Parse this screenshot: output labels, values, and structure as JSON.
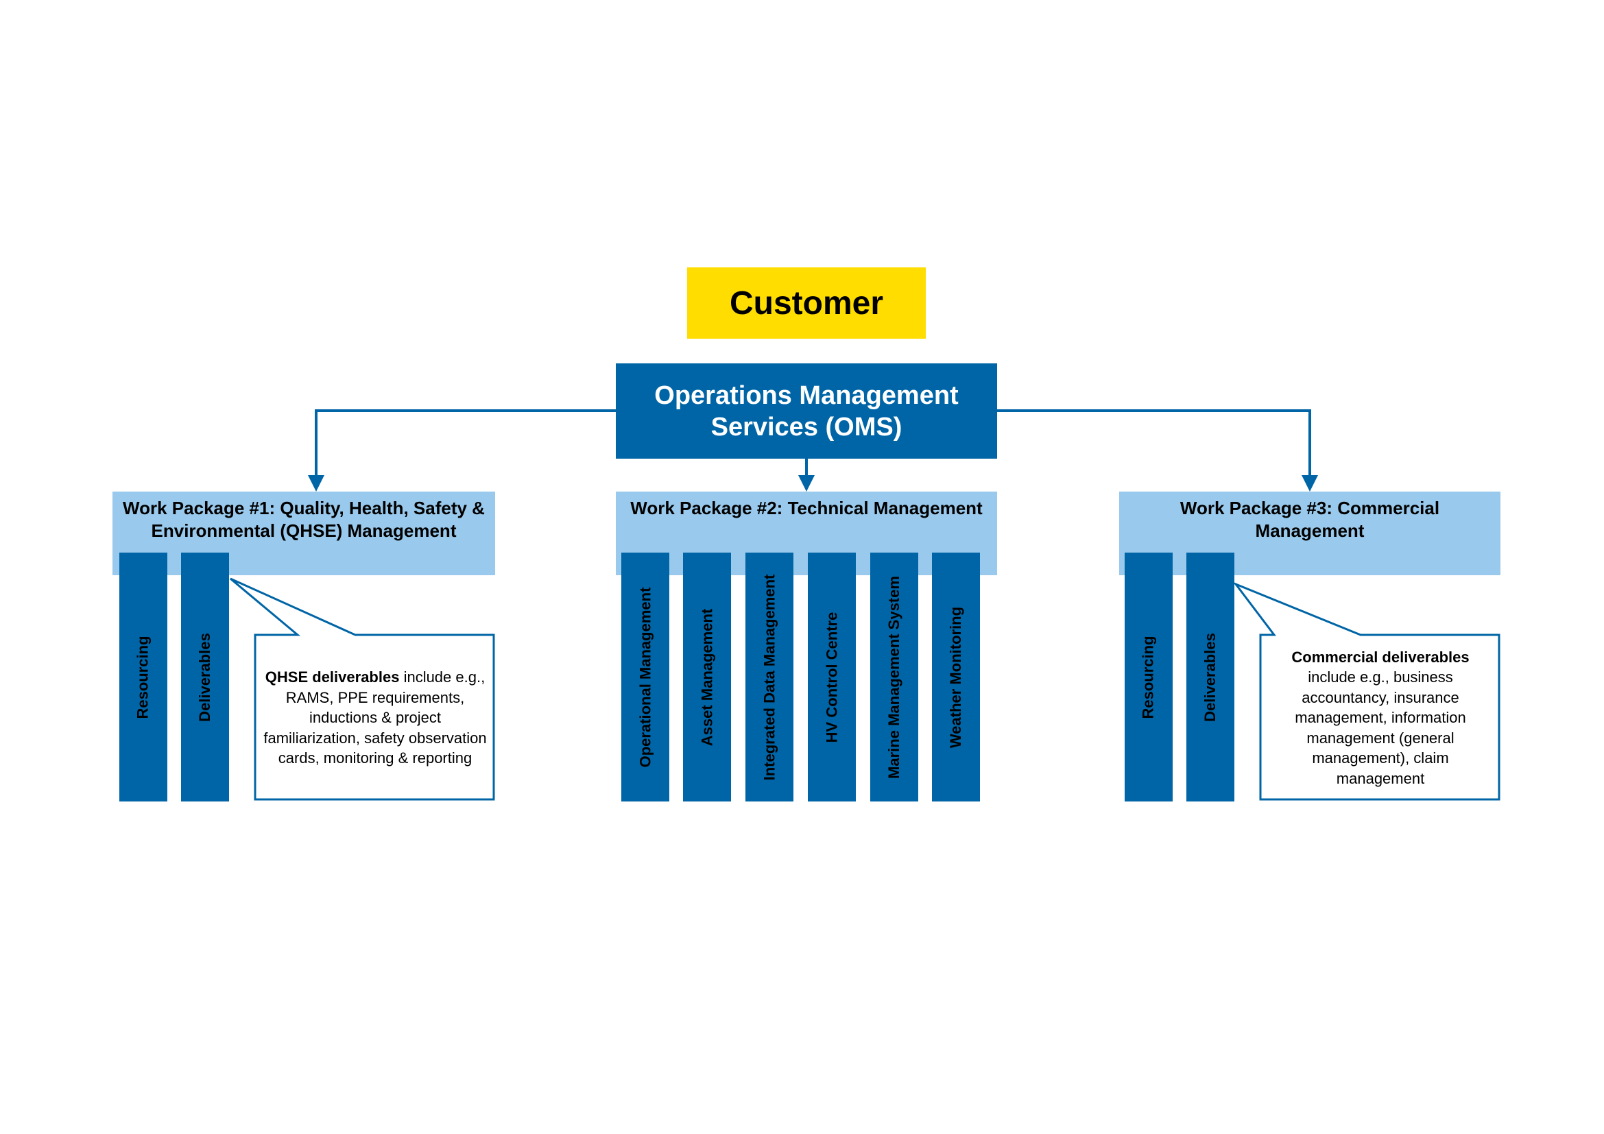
{
  "customer": {
    "label": "Customer",
    "color": "#FFDD00"
  },
  "oms": {
    "line1": "Operations Management",
    "line2": "Services (OMS)",
    "color": "#0065A6"
  },
  "colors": {
    "primary_blue": "#0065A6",
    "light_blue": "#99C9EC",
    "yellow": "#FFDD00"
  },
  "work_packages": [
    {
      "title": "Work Package #1: Quality, Health, Safety & Environmental (QHSE) Management",
      "pillars": [
        "Resourcing",
        "Deliverables"
      ],
      "callout": {
        "bold": "QHSE deliverables",
        "rest": " include e.g., RAMS, PPE requirements, inductions & project familiarization, safety observation cards, monitoring & reporting"
      }
    },
    {
      "title": "Work Package #2: Technical Management",
      "pillars": [
        "Operational Management",
        "Asset Management",
        "Integrated Data Management",
        "HV Control Centre",
        "Marine Management System",
        "Weather Monitoring"
      ]
    },
    {
      "title": "Work Package #3: Commercial Management",
      "pillars": [
        "Resourcing",
        "Deliverables"
      ],
      "callout": {
        "bold": "Commercial deliverables",
        "rest": " include e.g., business accountancy, insurance management, information management (general management), claim management"
      }
    }
  ]
}
